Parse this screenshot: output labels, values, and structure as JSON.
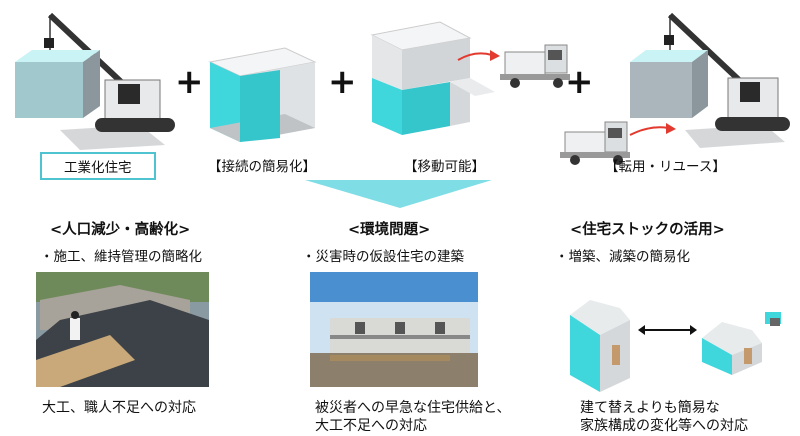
{
  "top": {
    "plus_sign": "+",
    "labels": {
      "industrialized": "工業化住宅",
      "connection": "【接続の簡易化】",
      "mobility": "【移動可能】",
      "reuse": "【転用・リユース】"
    }
  },
  "columns": [
    {
      "heading": "<人口減少・高齢化>",
      "bullet": "・施工、維持管理の簡略化",
      "caption": [
        "大工、職人不足への対応"
      ]
    },
    {
      "heading": "<環境問題>",
      "bullet": "・災害時の仮設住宅の建築",
      "caption": [
        "被災者への早急な住宅供給と、",
        "大工不足への対応"
      ]
    },
    {
      "heading": "<住宅ストックの活用>",
      "bullet": "・増築、減築の簡易化",
      "caption": [
        "建て替えよりも簡易な",
        "家族構成の変化等への対応"
      ]
    }
  ],
  "colors": {
    "accent_cyan": "#3fd6dc",
    "box_gray": "#cfd3d6",
    "arrow_red": "#e23a2e",
    "funnel": "#7fdde6"
  },
  "icons": [
    "crane-icon",
    "truck-icon",
    "double-arrow-icon"
  ]
}
